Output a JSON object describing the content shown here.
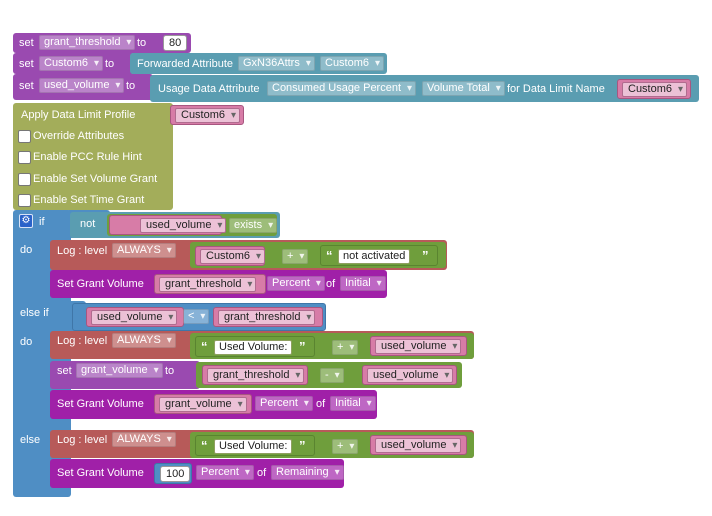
{
  "colors": {
    "variable": "#9a4ab0",
    "set_attr": "#5a9db1",
    "profile": "#a3ad5a",
    "control": "#4f8ec4",
    "log": "#b75a59",
    "grant": "#a020a8",
    "string_block": "#6f9e3c",
    "pink": "#d77ca7"
  },
  "words": {
    "set": "set",
    "to": "to",
    "if": "if",
    "not": "not",
    "do": "do",
    "else_if": "else if",
    "else": "else",
    "of": "of",
    "log_level": "Log : level",
    "forwarded_attribute": "Forwarded Attribute",
    "usage_data_attribute": "Usage Data Attribute",
    "for_data_limit_name": "for Data Limit Name",
    "set_grant_volume": "Set Grant Volume",
    "open_quote": "“",
    "close_quote": "”"
  },
  "row1": {
    "var": "grant_threshold",
    "value": "80"
  },
  "row2": {
    "var": "Custom6",
    "attr": "GxN36Attrs",
    "field": "Custom6"
  },
  "row3": {
    "var": "used_volume",
    "attr1": "Consumed Usage Percent",
    "attr2": "Volume Total",
    "limit": "Custom6"
  },
  "profile": {
    "title": "Apply Data Limit Profile",
    "value": "Custom6",
    "options": [
      "Override Attributes",
      "Enable PCC Rule Hint",
      "Enable Set Volume Grant",
      "Enable Set Time Grant"
    ]
  },
  "if_block": {
    "var": "used_volume",
    "cond": "exists"
  },
  "do1": {
    "level": "ALWAYS",
    "var": "Custom6",
    "op": "+",
    "text": "not activated",
    "grant_var": "grant_threshold",
    "unit": "Percent",
    "basis": "Initial"
  },
  "elseif_block": {
    "left": "used_volume",
    "op": "<",
    "right": "grant_threshold"
  },
  "do2": {
    "level": "ALWAYS",
    "text": "Used Volume:",
    "op": "+",
    "var": "used_volume",
    "set_var": "grant_volume",
    "a": "grant_threshold",
    "minus": "-",
    "b": "used_volume",
    "grant_var": "grant_volume",
    "unit": "Percent",
    "basis": "Initial"
  },
  "else_block": {
    "level": "ALWAYS",
    "text": "Used Volume:",
    "op": "+",
    "var": "used_volume",
    "value": "100",
    "unit": "Percent",
    "basis": "Remaining"
  }
}
